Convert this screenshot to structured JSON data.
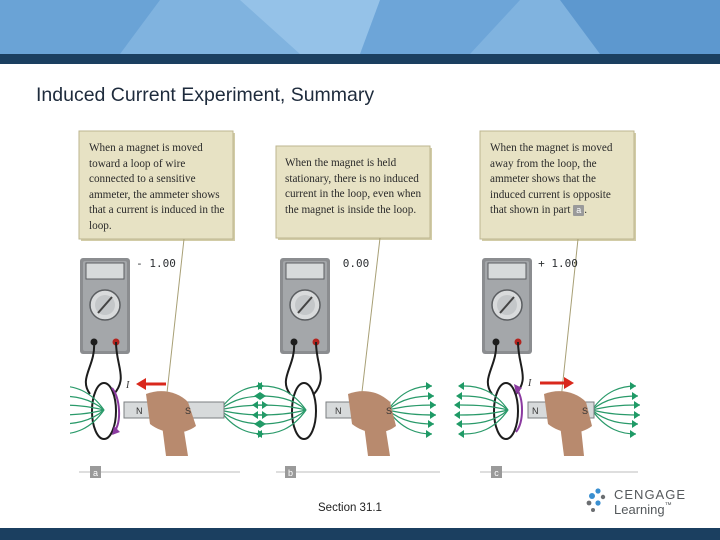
{
  "slide": {
    "title": "Induced Current Experiment, Summary",
    "footer": "Section  31.1"
  },
  "panels": [
    {
      "label": "a",
      "caption": "When a magnet is moved toward a loop of wire connected to a sensitive ammeter, the ammeter shows that a current is induced in the loop.",
      "meter_reading": "- 1.00",
      "current_label": "I",
      "magnet_north": "N",
      "magnet_south": "S"
    },
    {
      "label": "b",
      "caption": "When the magnet is held stationary, there is no induced current in the loop, even when the magnet is inside the loop.",
      "meter_reading": "0.00",
      "magnet_north": "N",
      "magnet_south": "S"
    },
    {
      "label": "c",
      "caption_prefix": "When the magnet is moved away from the loop, the ammeter shows that the induced current is opposite that shown in part",
      "caption_ref": "a",
      "caption_suffix": ".",
      "meter_reading": "+ 1.00",
      "current_label": "I",
      "magnet_north": "N",
      "magnet_south": "S"
    }
  ],
  "logo": {
    "main": "CENGAGE",
    "sub": "Learning",
    "mark": "™"
  },
  "colors": {
    "banner_light": "#7fb2de",
    "banner_dark": "#1b3f60",
    "callout_fill": "#e7e2c4",
    "arrow": "#d9281c",
    "field_lines": "#2a9a6a",
    "hand": "#b88a6e"
  }
}
